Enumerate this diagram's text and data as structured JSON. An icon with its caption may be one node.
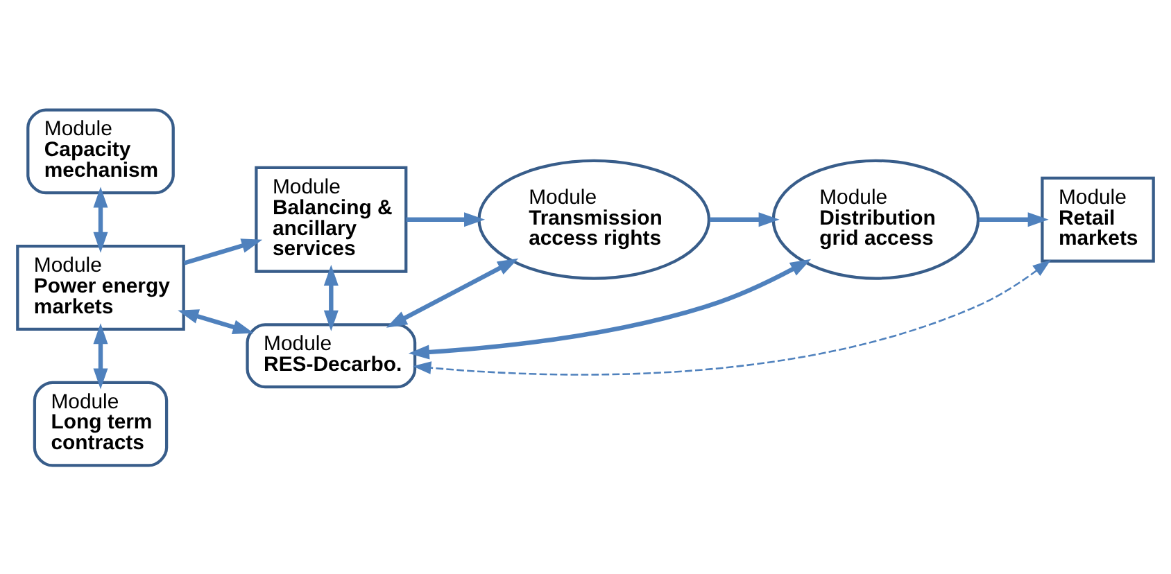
{
  "diagram": {
    "nodes": [
      {
        "text": [
          "Module",
          "Capacity mechanism"
        ]
      },
      {
        "text": [
          "Module",
          "Power energy markets"
        ]
      },
      {
        "text": [
          "Module",
          "Balancing & ancillary services"
        ]
      },
      {
        "text": [
          "Module",
          "Transmission access rights"
        ]
      },
      {
        "text": [
          "Module",
          "Distribution grid access"
        ]
      },
      {
        "text": [
          "Module",
          "Retail markets"
        ]
      },
      {
        "text": [
          "Module",
          "Long term contracts"
        ]
      },
      {
        "text": [
          "Module",
          "RES-Decarbo."
        ]
      }
    ],
    "edges": [
      {
        "from": 0,
        "to": 1,
        "arrow": "both"
      },
      {
        "from": 1,
        "to": 2,
        "arrow": "to"
      },
      {
        "from": 2,
        "to": 3,
        "arrow": "to"
      },
      {
        "from": 3,
        "to": 4,
        "arrow": "to"
      },
      {
        "from": 4,
        "to": 5,
        "arrow": "to"
      },
      {
        "from": 1,
        "to": 6,
        "arrow": "both"
      },
      {
        "from": 1,
        "to": 7,
        "arrow": "both"
      },
      {
        "from": 2,
        "to": 7,
        "arrow": "both"
      },
      {
        "from": 3,
        "to": 7,
        "arrow": "both"
      },
      {
        "from": 4,
        "to": 7,
        "arrow": "both"
      },
      {
        "from": 5,
        "to": 7,
        "arrow": "both",
        "style": "dashed"
      }
    ]
  }
}
